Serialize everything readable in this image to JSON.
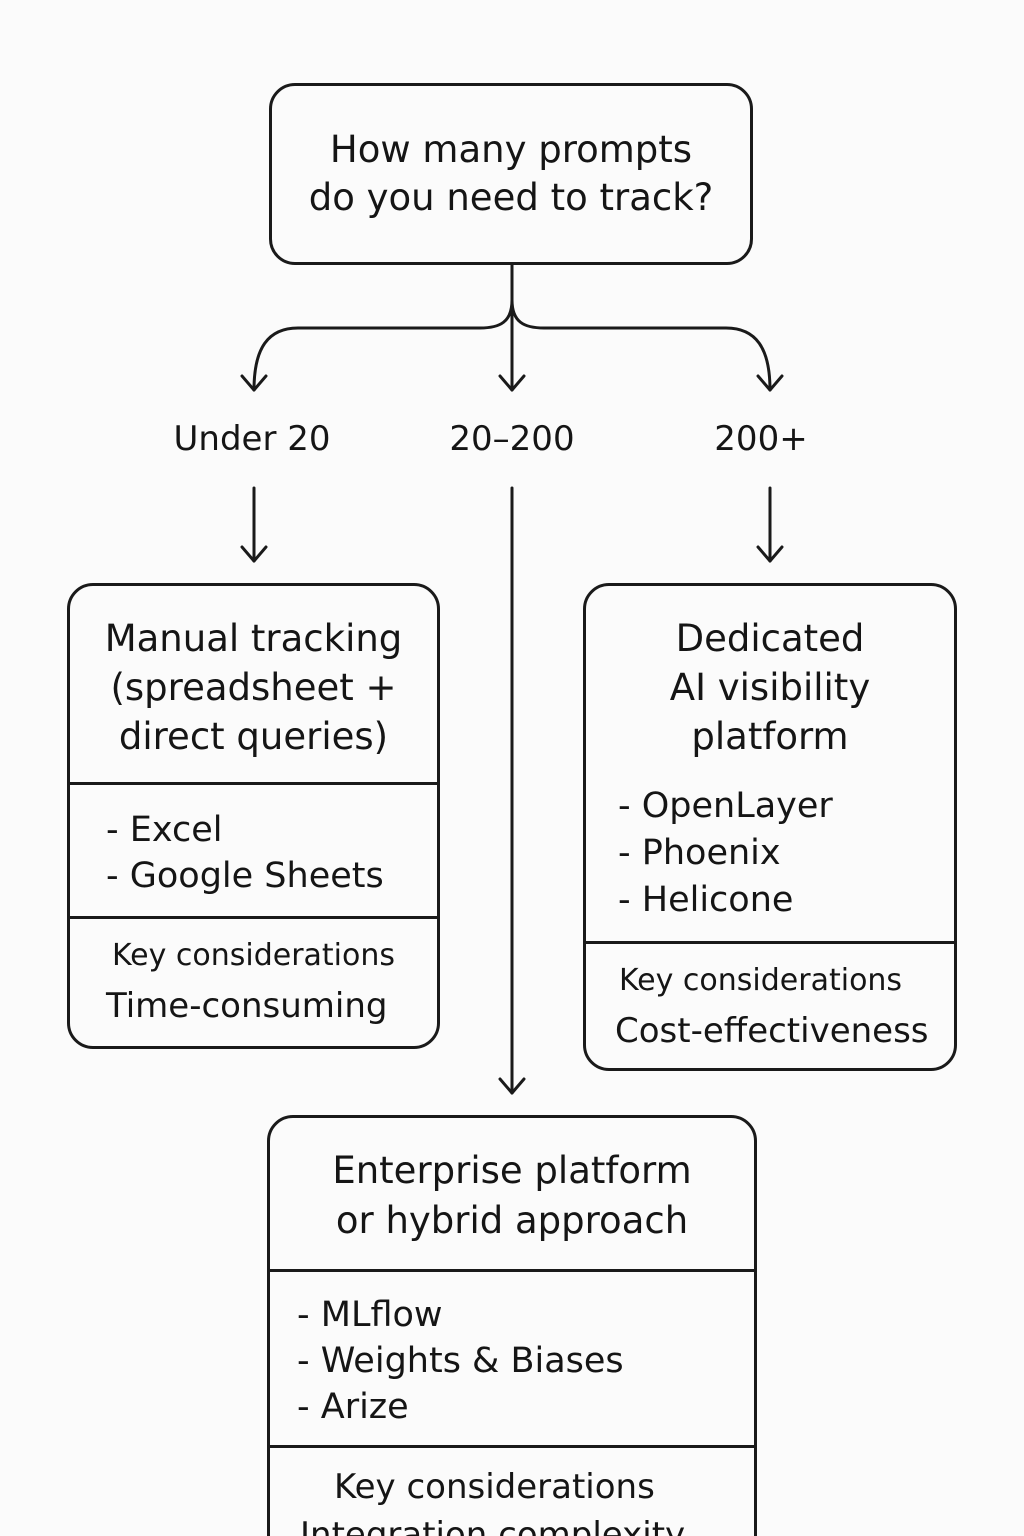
{
  "question": {
    "lines": [
      "How many prompts",
      "do you need to track?"
    ]
  },
  "branches": {
    "under20": "Under 20",
    "mid": "20–200",
    "over200": "200+"
  },
  "manual": {
    "title_lines": [
      "Manual tracking",
      "(spreadsheet +",
      "direct queries)"
    ],
    "tools": [
      "- Excel",
      "- Google Sheets"
    ],
    "considerations_label": "Key considerations",
    "considerations_value": "Time-consuming"
  },
  "dedicated": {
    "title_lines": [
      "Dedicated",
      "AI visibility",
      "platform"
    ],
    "tools": [
      "- OpenLayer",
      "- Phoenix",
      "- Helicone"
    ],
    "considerations_label": "Key considerations",
    "considerations_value": "Cost-effectiveness"
  },
  "enterprise": {
    "title_lines": [
      "Enterprise platform",
      "or hybrid approach"
    ],
    "tools": [
      "- MLflow",
      "- Weights & Biases",
      "- Arize"
    ],
    "considerations_label": "Key considerations",
    "considerations_value": "Integration complexity"
  }
}
